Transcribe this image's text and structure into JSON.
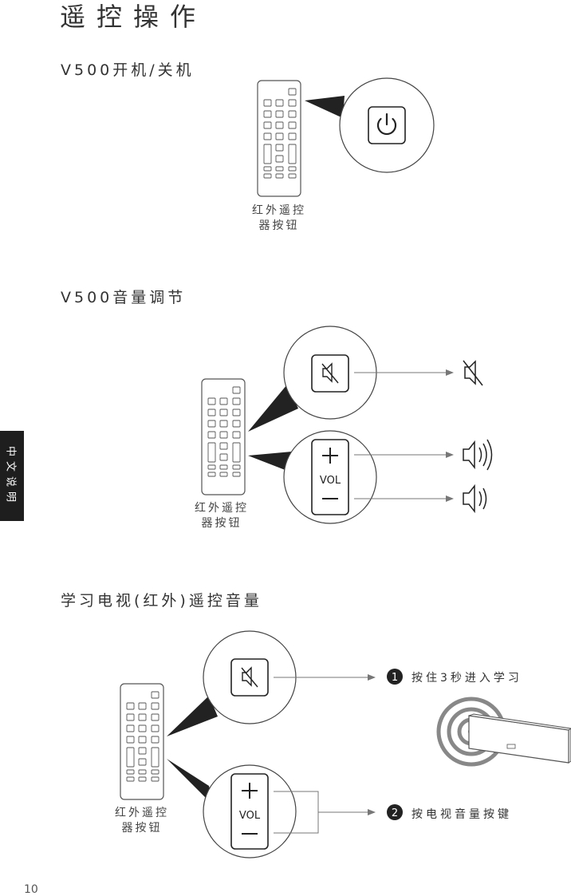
{
  "page_title": "遥控操作",
  "side_tab": "中文说明",
  "page_number": "10",
  "sections": [
    {
      "title": "V500开机/关机",
      "remote_caption_line1": "红外遥控",
      "remote_caption_line2": "器按钮"
    },
    {
      "title": "V500音量调节",
      "remote_caption_line1": "红外遥控",
      "remote_caption_line2": "器按钮"
    },
    {
      "title": "学习电视(红外)遥控音量",
      "remote_caption_line1": "红外遥控",
      "remote_caption_line2": "器按钮",
      "step1_number": "1",
      "step1_text": "按住3秒进入学习",
      "step2_number": "2",
      "step2_text": "按电视音量按键"
    }
  ],
  "vol_label": "VOL"
}
